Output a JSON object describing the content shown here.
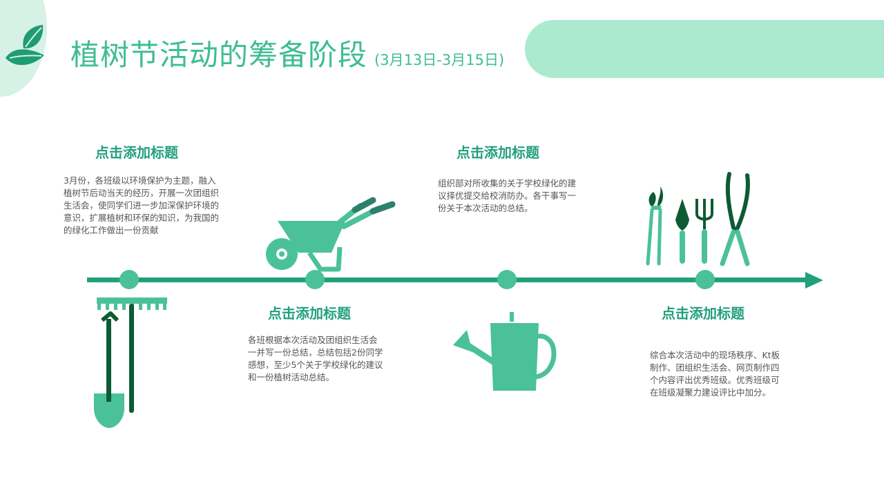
{
  "header": {
    "title": "植树节活动的筹备阶段",
    "date_range": "(3月13日-3月15日)"
  },
  "colors": {
    "primary": "#22a07b",
    "accent": "#4bc199",
    "dark": "#0d5b32",
    "band": "#acead0",
    "circle": "#d6f1e5"
  },
  "sections": [
    {
      "title": "点击添加标题",
      "text": "3月份，各班级以环境保护为主题，融入植树节后动当天的经历，开展一次团组织生活会，使同学们进一步加深保护环境的意识，扩展植树和环保的知识，为我国的的绿化工作做出一份贡献"
    },
    {
      "title": "点击添加标题",
      "text": "各班根据本次活动及团组织生活会一并写一份总结，总结包括2份同学感想，至少5个关于学校绿化的建议和一份植树活动总结。"
    },
    {
      "title": "点击添加标题",
      "text": "组织部对所收集的关于学校绿化的建议择优提交给校消防办。各干事写一份关于本次活动的总结。"
    },
    {
      "title": "点击添加标题",
      "text": "综合本次活动中的现场秩序、Kt板制作、团组织生活会、网页制作四个内容评出优秀班级。优秀班级可在班级凝聚力建设评比中加分。"
    }
  ],
  "icons": [
    "leaf-logo-icon",
    "wheelbarrow-icon",
    "rake-shovel-icon",
    "watering-can-icon",
    "garden-tools-icon"
  ]
}
